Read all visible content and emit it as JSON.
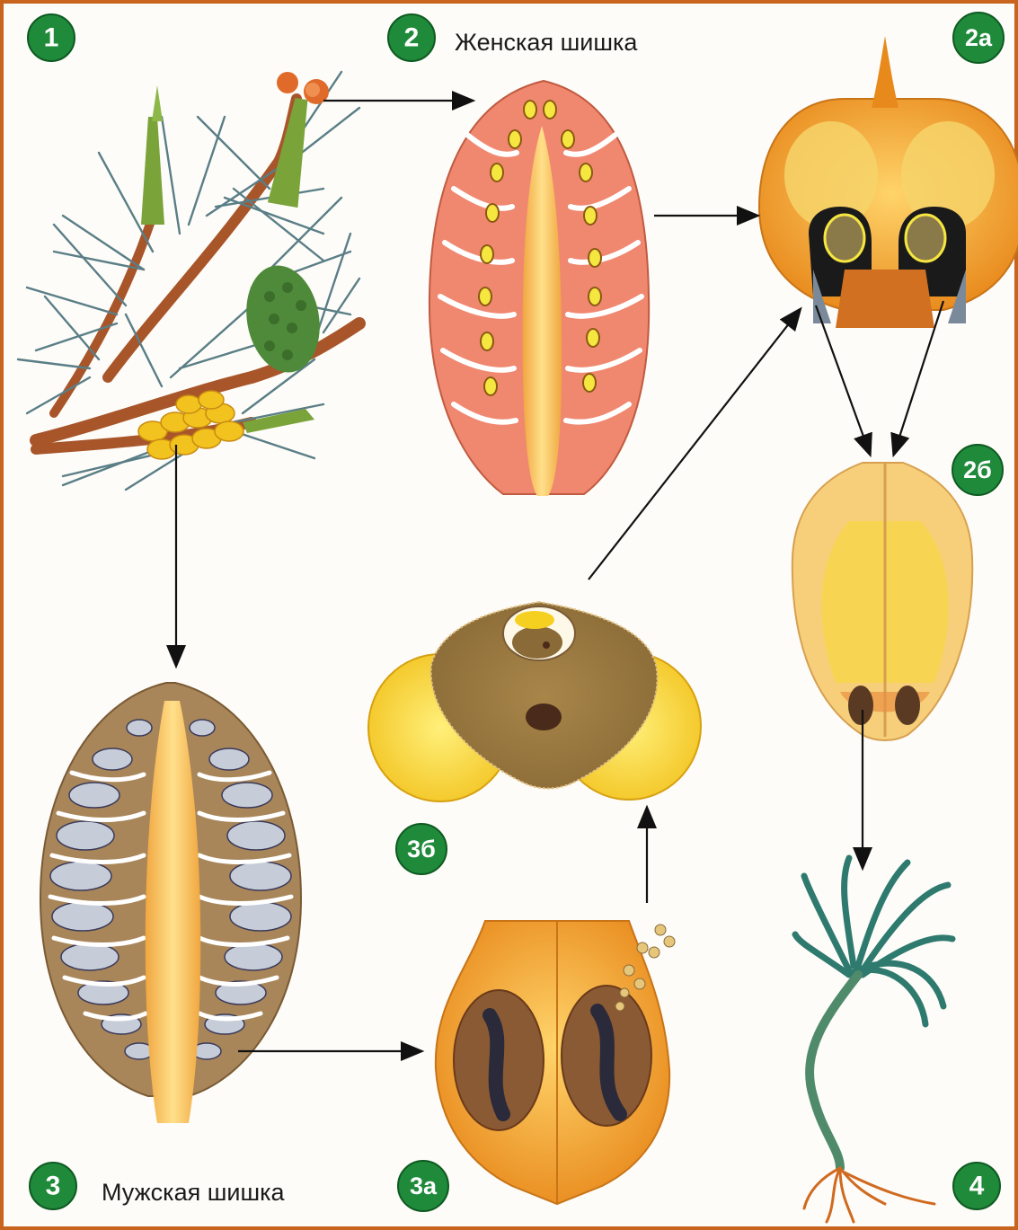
{
  "labels": {
    "female_cone": "Женская шишка",
    "male_cone": "Мужская шишка"
  },
  "badges": {
    "b1": "1",
    "b2": "2",
    "b2a": "2а",
    "b2b": "2б",
    "b3": "3",
    "b3a": "3а",
    "b3b": "3б",
    "b4": "4"
  },
  "colors": {
    "badge_green": "#1f8a3a",
    "frame_orange": "#c8641e"
  }
}
